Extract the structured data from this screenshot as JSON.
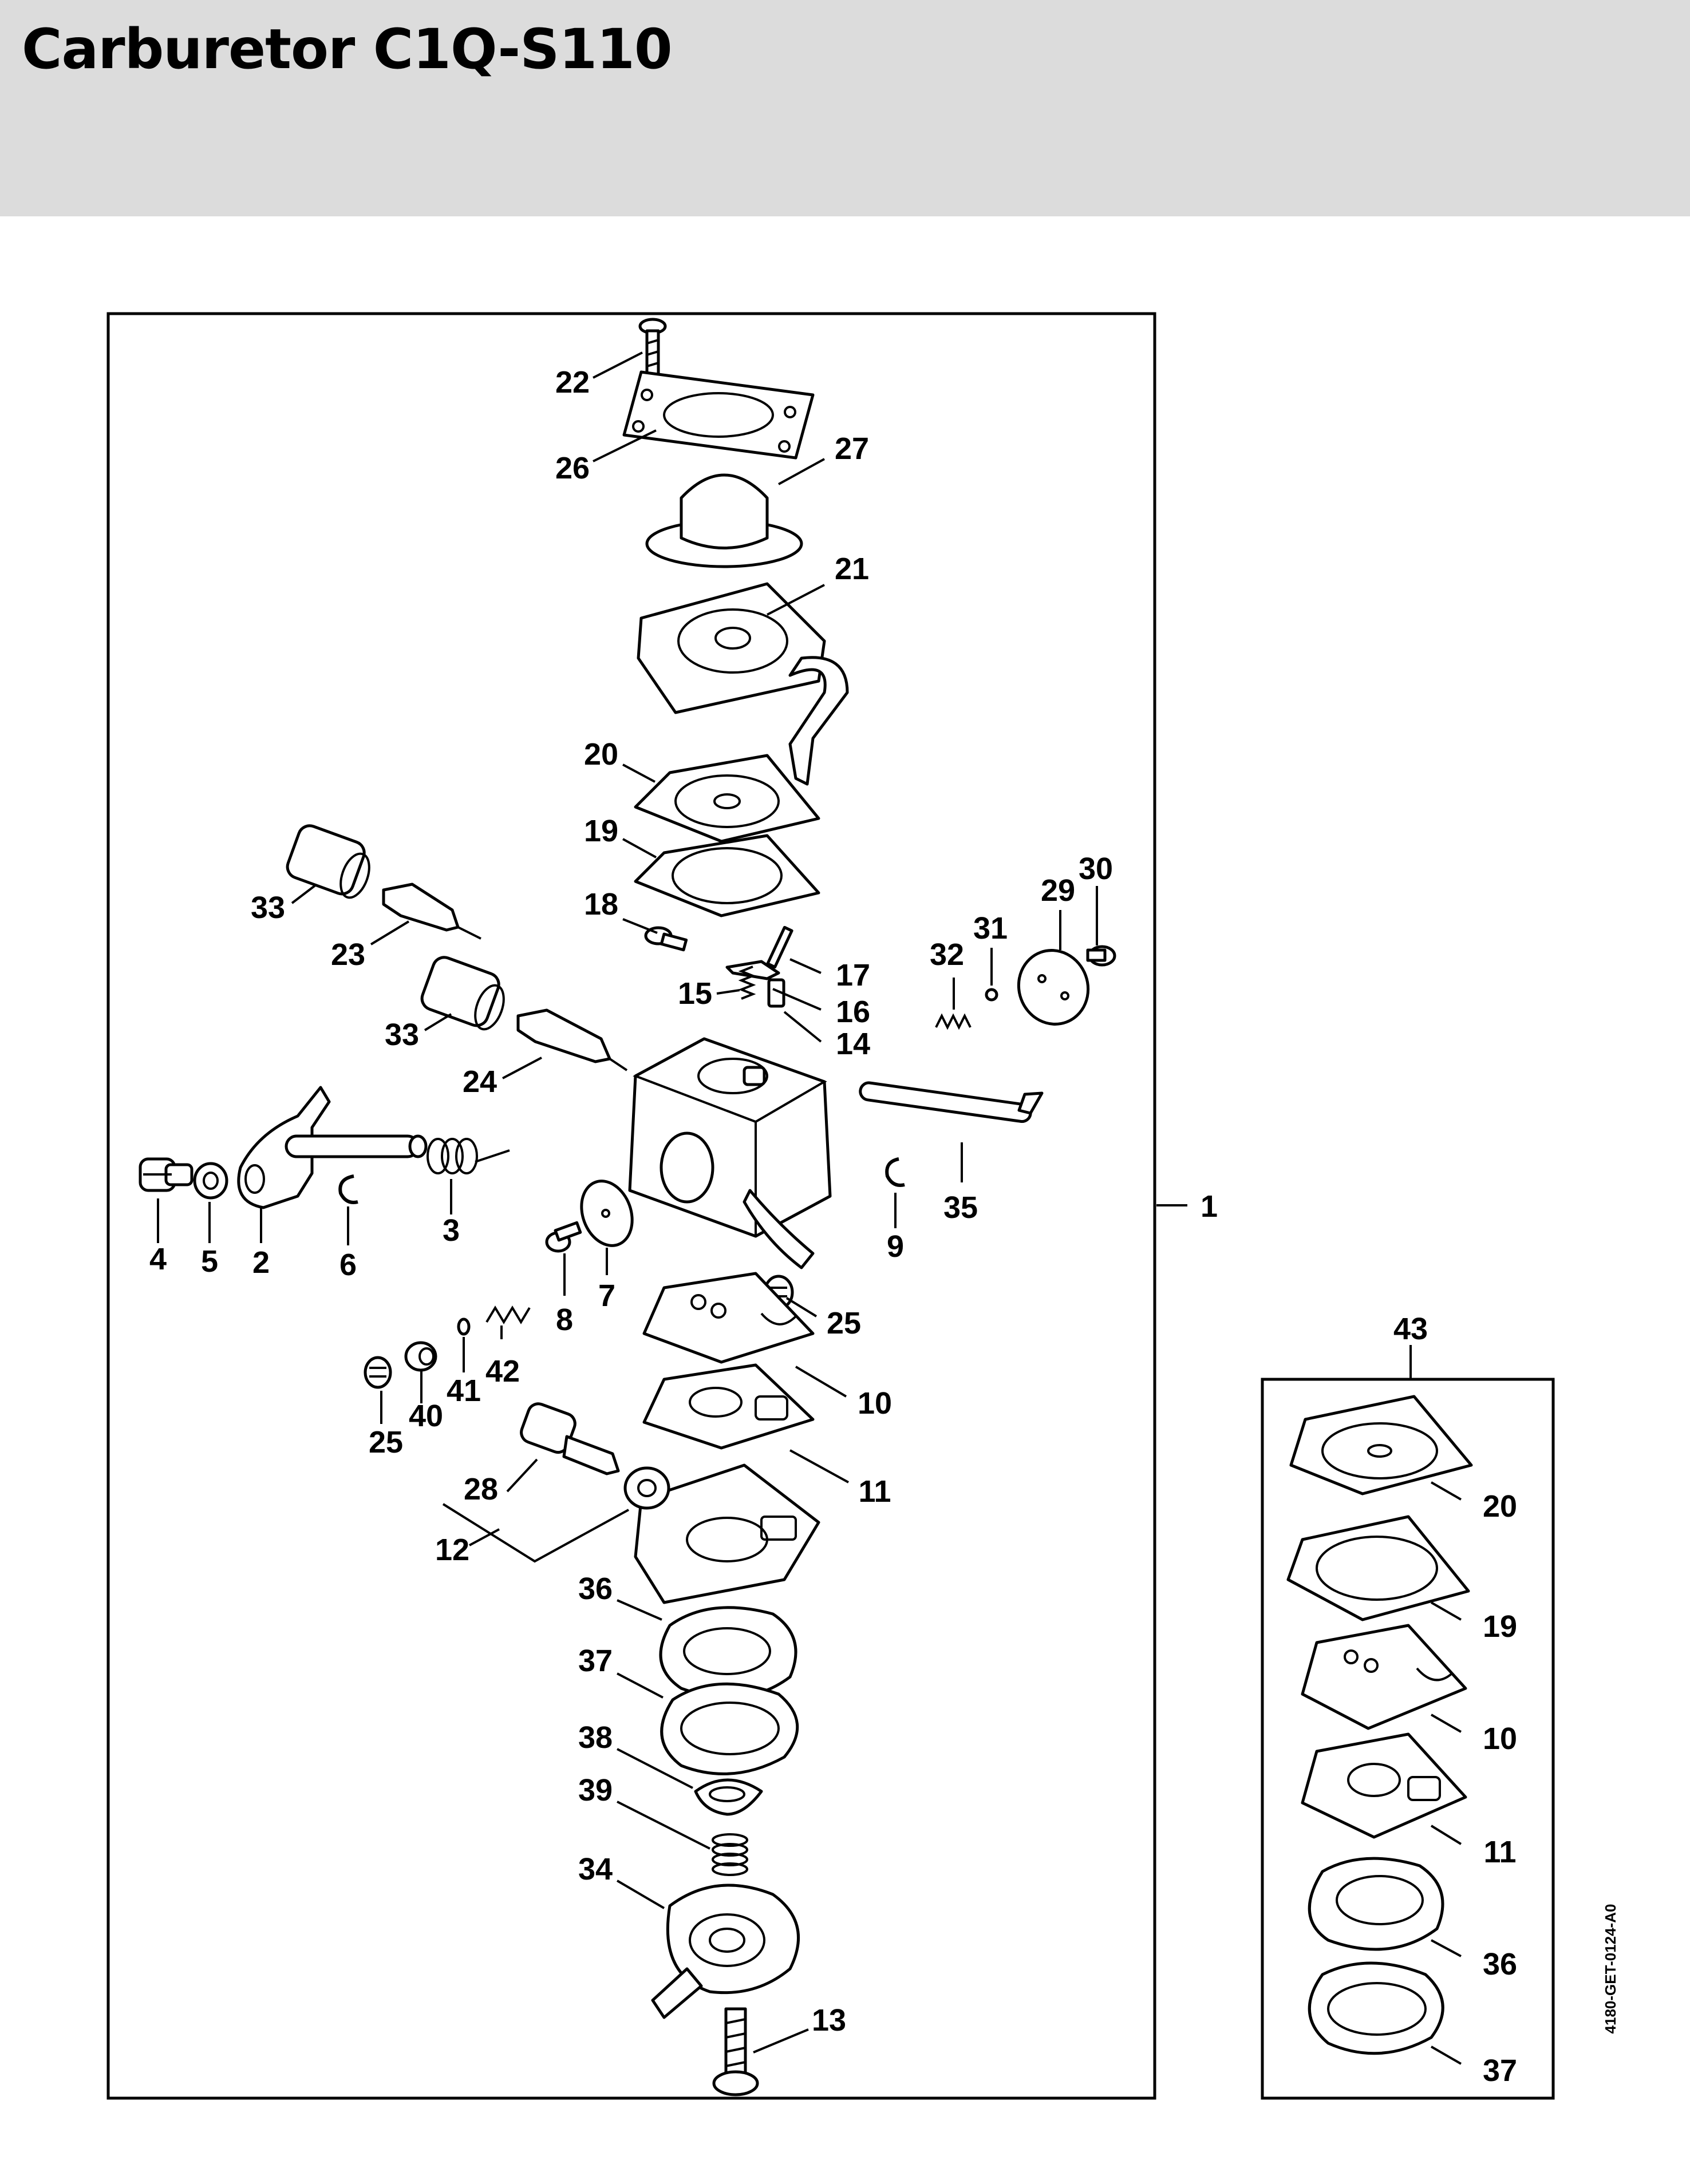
{
  "title": "Carburetor C1Q-S110",
  "drawing_code": "4180-GET-0124-A0",
  "labels": {
    "l1": "1",
    "l2": "2",
    "l3": "3",
    "l4": "4",
    "l5": "5",
    "l6": "6",
    "l7": "7",
    "l8": "8",
    "l9": "9",
    "l10a": "10",
    "l10b": "10",
    "l11a": "11",
    "l11b": "11",
    "l12": "12",
    "l13": "13",
    "l14": "14",
    "l15": "15",
    "l16": "16",
    "l17": "17",
    "l18": "18",
    "l19a": "19",
    "l19b": "19",
    "l20a": "20",
    "l20b": "20",
    "l21": "21",
    "l22": "22",
    "l23": "23",
    "l24": "24",
    "l25a": "25",
    "l25b": "25",
    "l26": "26",
    "l27": "27",
    "l28": "28",
    "l29": "29",
    "l30": "30",
    "l31": "31",
    "l32": "32",
    "l33a": "33",
    "l33b": "33",
    "l34": "34",
    "l35": "35",
    "l36a": "36",
    "l36b": "36",
    "l37a": "37",
    "l37b": "37",
    "l38": "38",
    "l39": "39",
    "l40": "40",
    "l41": "41",
    "l42": "42",
    "l43": "43"
  }
}
